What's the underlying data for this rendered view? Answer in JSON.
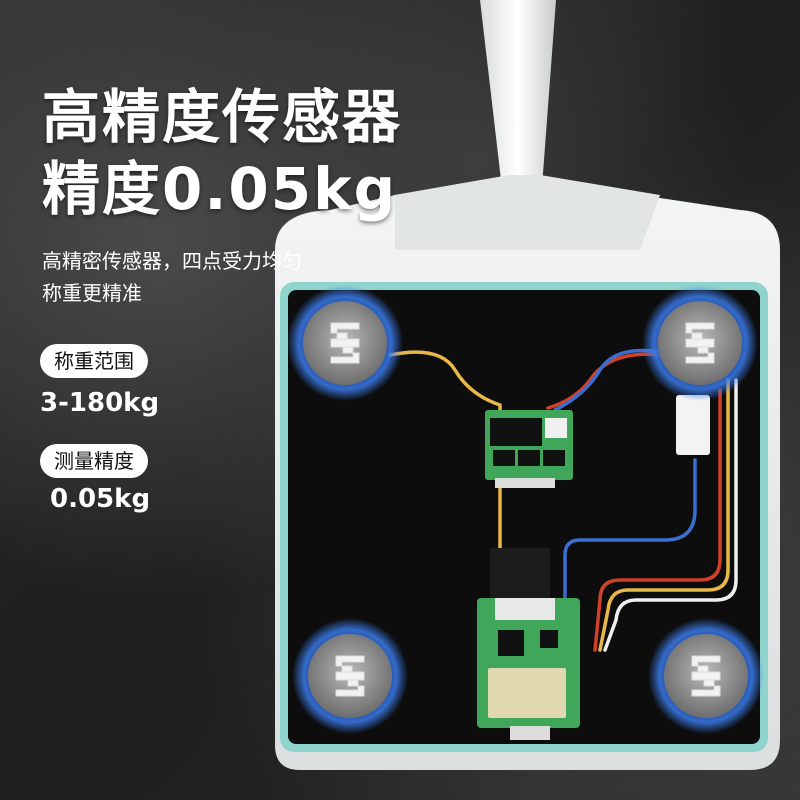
{
  "headline": {
    "line1": "高精度传感器",
    "line2": "精度0.05kg"
  },
  "description": {
    "line1": "高精密传感器，四点受力均匀",
    "line2": "称重更精准"
  },
  "specs": [
    {
      "label": "称重范围",
      "value": "3-180kg"
    },
    {
      "label": "测量精度",
      "value": "0.05kg"
    }
  ],
  "colors": {
    "background": "#2a2a2b",
    "scale_frame": "#8fd4cc",
    "scale_body": "#e9eceb",
    "glass": "#0d0d0d",
    "sensor_glow": "#2f6bd6",
    "pcb": "#3fa65a",
    "wire_yellow": "#e8b84a",
    "wire_red": "#d0402a",
    "wire_blue": "#3a6fd0",
    "wire_white": "#f0f0f0"
  },
  "icons": [
    "load-cell-sensor-icon"
  ]
}
